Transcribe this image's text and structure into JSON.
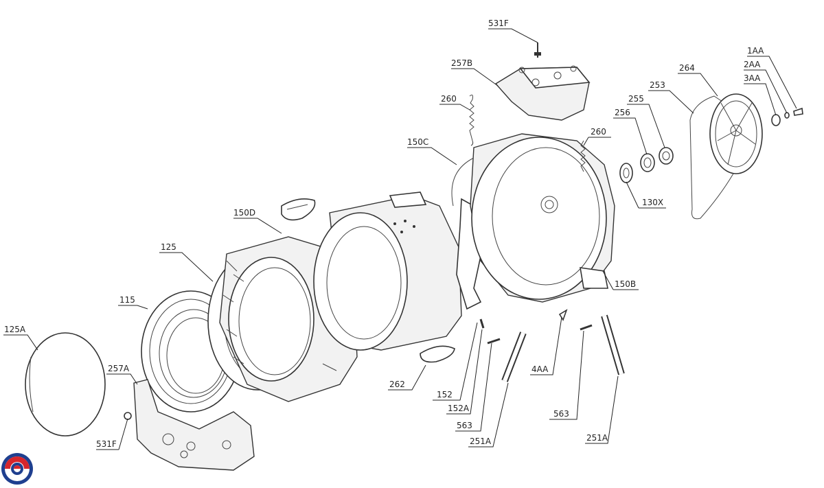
{
  "diagram": {
    "labels": {
      "p531F_top": "531F",
      "p257B": "257B",
      "p260_left": "260",
      "p150C": "150C",
      "p264": "264",
      "p1AA": "1AA",
      "p2AA": "2AA",
      "p3AA": "3AA",
      "p253": "253",
      "p255": "255",
      "p256": "256",
      "p260_right": "260",
      "p130X": "130X",
      "p150D": "150D",
      "p125": "125",
      "p115": "115",
      "p125A": "125A",
      "p257A": "257A",
      "p531F_bottom": "531F",
      "p262": "262",
      "p152": "152",
      "p152A": "152A",
      "p563_left": "563",
      "p251A_left": "251A",
      "p4AA": "4AA",
      "p563_right": "563",
      "p251A_right": "251A",
      "p150B": "150B"
    },
    "logo_colors": {
      "red": "#d6262c",
      "blue": "#1f3f8f"
    }
  }
}
